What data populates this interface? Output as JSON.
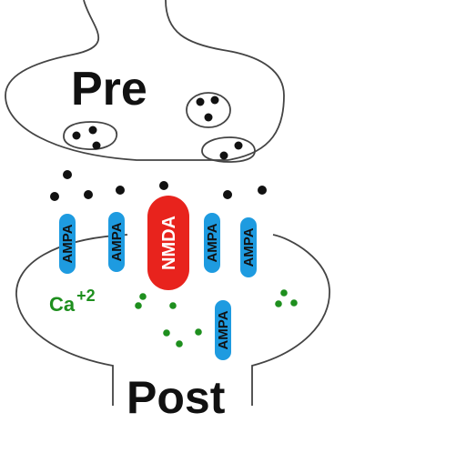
{
  "labels": {
    "pre": "Pre",
    "post": "Post",
    "ampa": "AMPA",
    "nmda": "NMDA",
    "ca_base": "Ca",
    "ca_charge": "+2"
  },
  "colors": {
    "outline": "#444444",
    "ampa_fill": "#1e9be0",
    "nmda_fill": "#e8231d",
    "calcium": "#1e8f1e",
    "neurotransmitter": "#111111"
  }
}
